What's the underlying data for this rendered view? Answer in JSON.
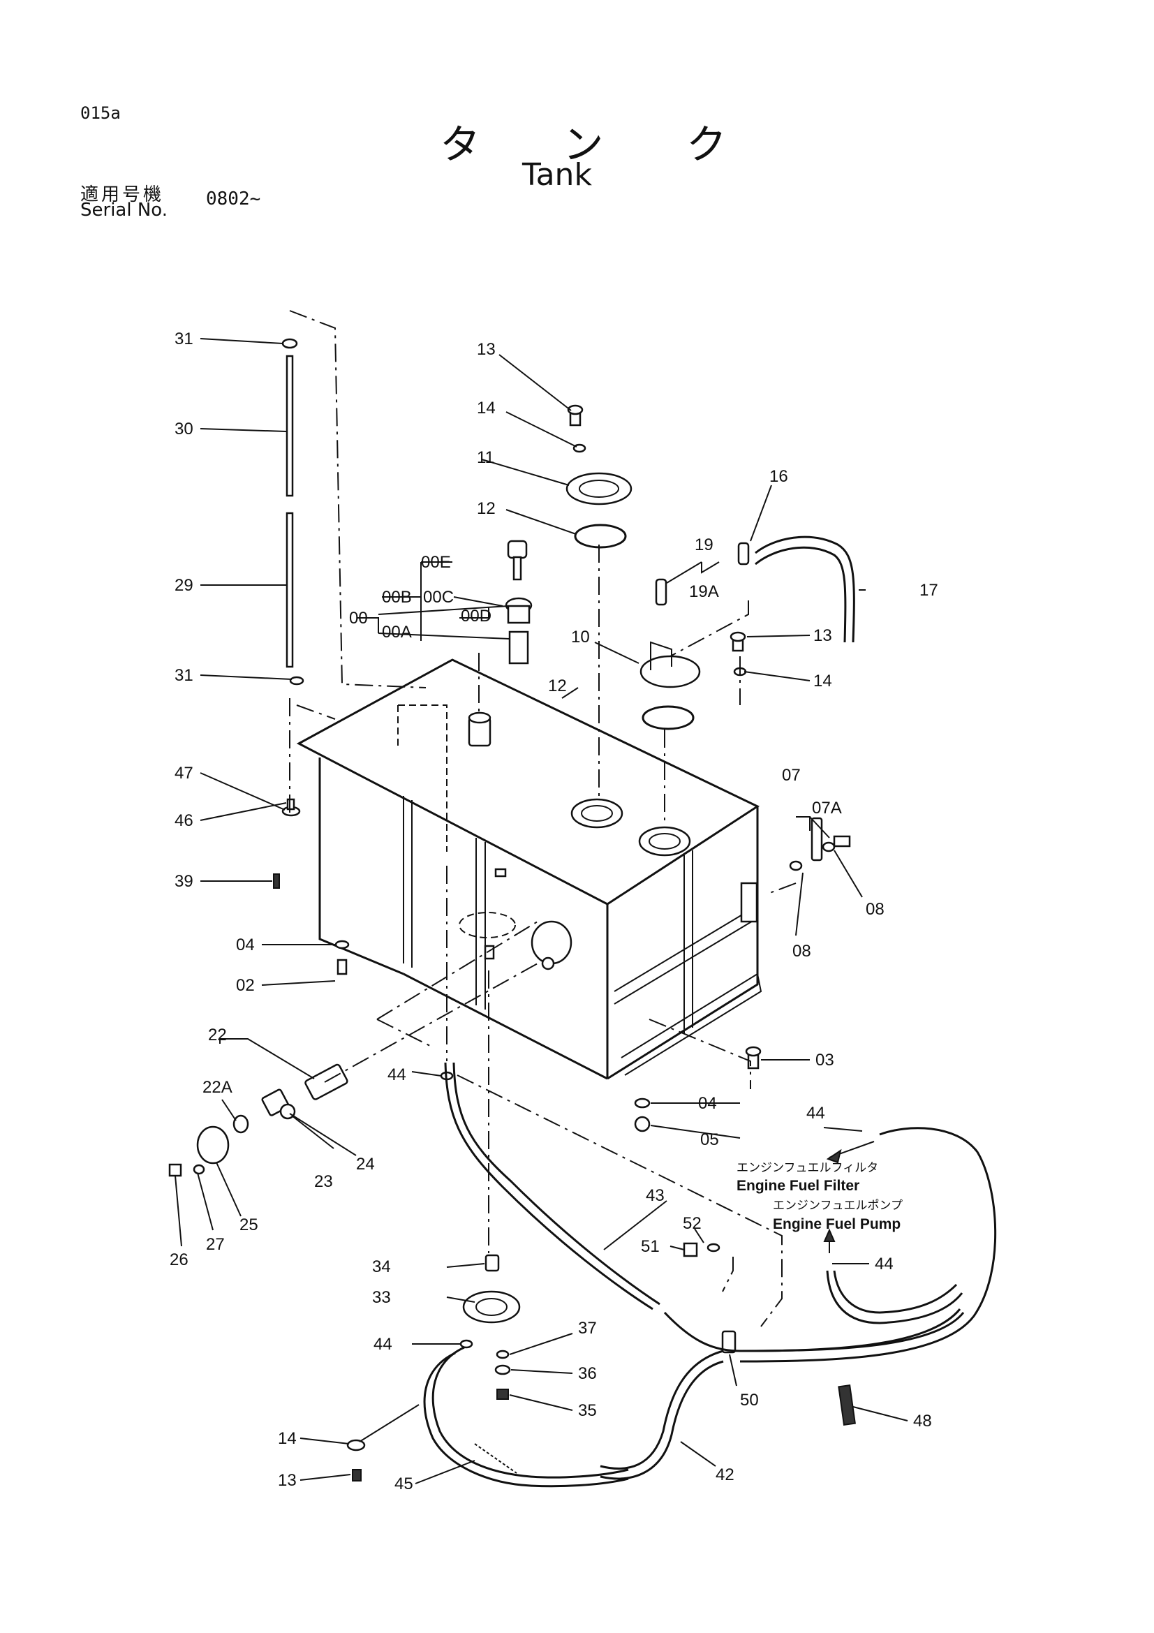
{
  "header": {
    "page_code": "015a",
    "title_ja": "タ ン ク",
    "title_en": "Tank",
    "serial_label_ja": "適用号機",
    "serial_label_en": "Serial No.",
    "serial_value": "0802~"
  },
  "callouts": {
    "c31a": "31",
    "c30": "30",
    "c29": "29",
    "c31b": "31",
    "c47": "47",
    "c46": "46",
    "c39": "39",
    "c04a": "04",
    "c02": "02",
    "c22": "22",
    "c22A": "22A",
    "c23": "23",
    "c24": "24",
    "c25": "25",
    "c26": "26",
    "c27": "27",
    "c13a": "13",
    "c14a": "14",
    "c11": "11",
    "c12a": "12",
    "c12b": "12",
    "c00E": "00E",
    "c00B": "00B",
    "c00C": "00C",
    "c00D": "00D",
    "c00": "00",
    "c00A": "00A",
    "c16": "16",
    "c19": "19",
    "c19A": "19A",
    "c17": "17",
    "c10": "10",
    "c13b": "13",
    "c14b": "14",
    "c07": "07",
    "c07A": "07A",
    "c08a": "08",
    "c08b": "08",
    "c03": "03",
    "c04b": "04",
    "c05": "05",
    "c44a": "44",
    "c44b": "44",
    "c44c": "44",
    "c44d": "44",
    "c43": "43",
    "c52": "52",
    "c51": "51",
    "c34": "34",
    "c33": "33",
    "c37": "37",
    "c36": "36",
    "c35": "35",
    "c50": "50",
    "c48": "48",
    "c42": "42",
    "c14c": "14",
    "c13c": "13",
    "c45": "45"
  },
  "notes": {
    "fuel_filter_ja": "エンジンフュエルフィルタ",
    "fuel_filter_en": "Engine Fuel Filter",
    "fuel_pump_ja": "エンジンフュエルポンプ",
    "fuel_pump_en": "Engine Fuel Pump"
  }
}
